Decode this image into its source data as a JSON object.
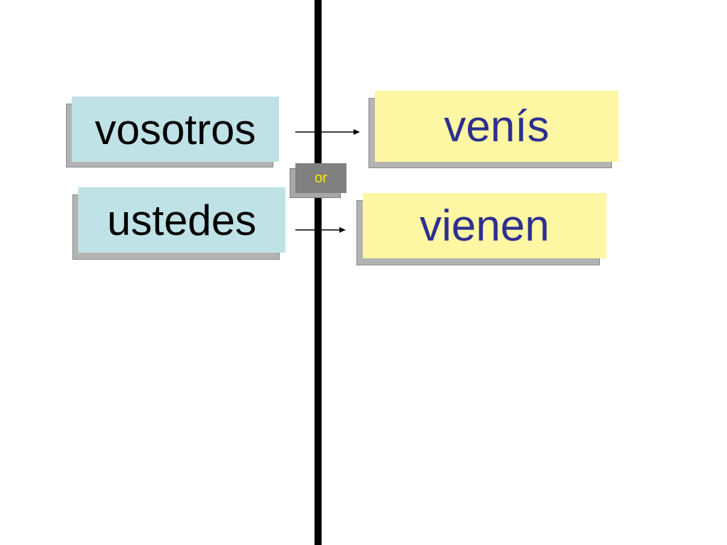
{
  "pronouns": [
    {
      "text": "vosotros"
    },
    {
      "text": "ustedes"
    }
  ],
  "verbs": [
    {
      "text": "venís"
    },
    {
      "text": "vienen"
    }
  ],
  "connector": {
    "text": "or"
  },
  "colors": {
    "pronoun_box": "#bfe2e6",
    "verb_box": "#fdf6a2",
    "verb_text": "#2e2f8f",
    "connector_box": "#808080",
    "connector_text": "#ffe600",
    "divider": "#000000"
  }
}
